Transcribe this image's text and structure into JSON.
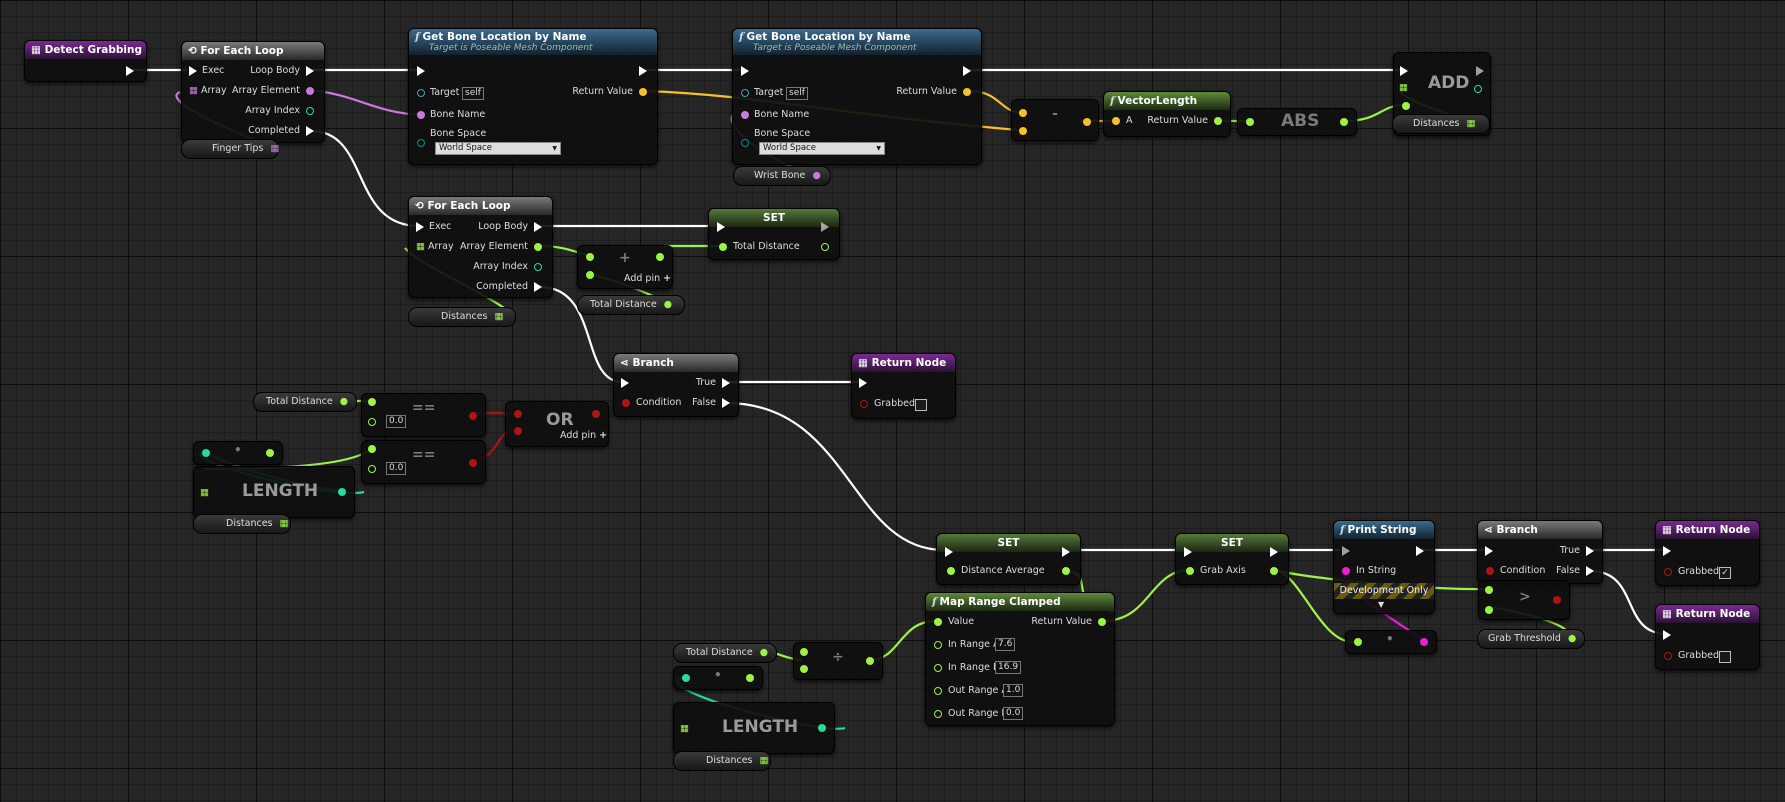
{
  "colors": {
    "exec": "#ffffff",
    "vector": "#f6c12b",
    "name": "#c77bd8",
    "float": "#9ef246",
    "object": "#38a5c4",
    "bool": "#aa1515",
    "int": "#27dc9a",
    "string": "#f01cd6",
    "array_name": "#c77bd8"
  },
  "detect_grabbing": {
    "title": "Detect Grabbing"
  },
  "foreach1": {
    "title": "For Each Loop",
    "exec": "Exec",
    "array": "Array",
    "loop_body": "Loop Body",
    "array_element": "Array Element",
    "array_index": "Array Index",
    "completed": "Completed"
  },
  "finger_tips": {
    "label": "Finger Tips"
  },
  "getbone1": {
    "title": "Get Bone Location by Name",
    "subtitle": "Target is Poseable Mesh Component",
    "target": "Target",
    "self": "self",
    "bone_name": "Bone Name",
    "bone_space": "Bone Space",
    "bone_space_value": "World Space",
    "return_value": "Return Value"
  },
  "getbone2": {
    "title": "Get Bone Location by Name",
    "subtitle": "Target is Poseable Mesh Component",
    "target": "Target",
    "self": "self",
    "bone_name": "Bone Name",
    "bone_space": "Bone Space",
    "bone_space_value": "World Space",
    "return_value": "Return Value"
  },
  "wrist_bone": {
    "label": "Wrist Bone"
  },
  "subtract": {
    "label": "-"
  },
  "vectorlength": {
    "title": "VectorLength",
    "a": "A",
    "return_value": "Return Value"
  },
  "abs": {
    "label": "ABS"
  },
  "add": {
    "label": "ADD",
    "distances": "Distances"
  },
  "foreach2": {
    "title": "For Each Loop",
    "exec": "Exec",
    "array": "Array",
    "loop_body": "Loop Body",
    "array_element": "Array Element",
    "array_index": "Array Index",
    "completed": "Completed"
  },
  "distances_var1": {
    "label": "Distances"
  },
  "plus": {
    "label": "+",
    "add_pin": "Add pin"
  },
  "total_distance_var1": {
    "label": "Total Distance"
  },
  "set1": {
    "title": "SET",
    "total_distance": "Total Distance"
  },
  "branch1": {
    "title": "Branch",
    "condition": "Condition",
    "true": "True",
    "false": "False"
  },
  "return1": {
    "title": "Return Node",
    "grabbed": "Grabbed",
    "checked": ""
  },
  "total_distance_var2": {
    "label": "Total Distance"
  },
  "eq1": {
    "label": "==",
    "value": "0.0"
  },
  "eq2": {
    "label": "==",
    "value": "0.0"
  },
  "or": {
    "label": "OR",
    "add_pin": "Add pin"
  },
  "dot1": {
    "label": "•"
  },
  "length1": {
    "label": "LENGTH"
  },
  "distances_var2": {
    "label": "Distances"
  },
  "set2": {
    "title": "SET",
    "distance_average": "Distance Average"
  },
  "maprange": {
    "title": "Map Range Clamped",
    "value": "Value",
    "return_value": "Return Value",
    "in_range_a": "In Range A",
    "in_range_a_val": "7.6",
    "in_range_b": "In Range B",
    "in_range_b_val": "16.9",
    "out_range_a": "Out Range A",
    "out_range_a_val": "1.0",
    "out_range_b": "Out Range B",
    "out_range_b_val": "0.0"
  },
  "total_distance_var3": {
    "label": "Total Distance"
  },
  "divide": {
    "label": "÷"
  },
  "dot2": {
    "label": "•"
  },
  "length2": {
    "label": "LENGTH"
  },
  "distances_var3": {
    "label": "Distances"
  },
  "set3": {
    "title": "SET",
    "grab_axis": "Grab Axis"
  },
  "printstring": {
    "title": "Print String",
    "in_string": "In String",
    "dev_only": "Development Only"
  },
  "dot3": {
    "label": "•"
  },
  "branch2": {
    "title": "Branch",
    "condition": "Condition",
    "true": "True",
    "false": "False"
  },
  "greater": {
    "label": ">"
  },
  "grab_threshold": {
    "label": "Grab Threshold"
  },
  "return2": {
    "title": "Return Node",
    "grabbed": "Grabbed",
    "checked": "✓"
  },
  "return3": {
    "title": "Return Node",
    "grabbed": "Grabbed",
    "checked": ""
  }
}
